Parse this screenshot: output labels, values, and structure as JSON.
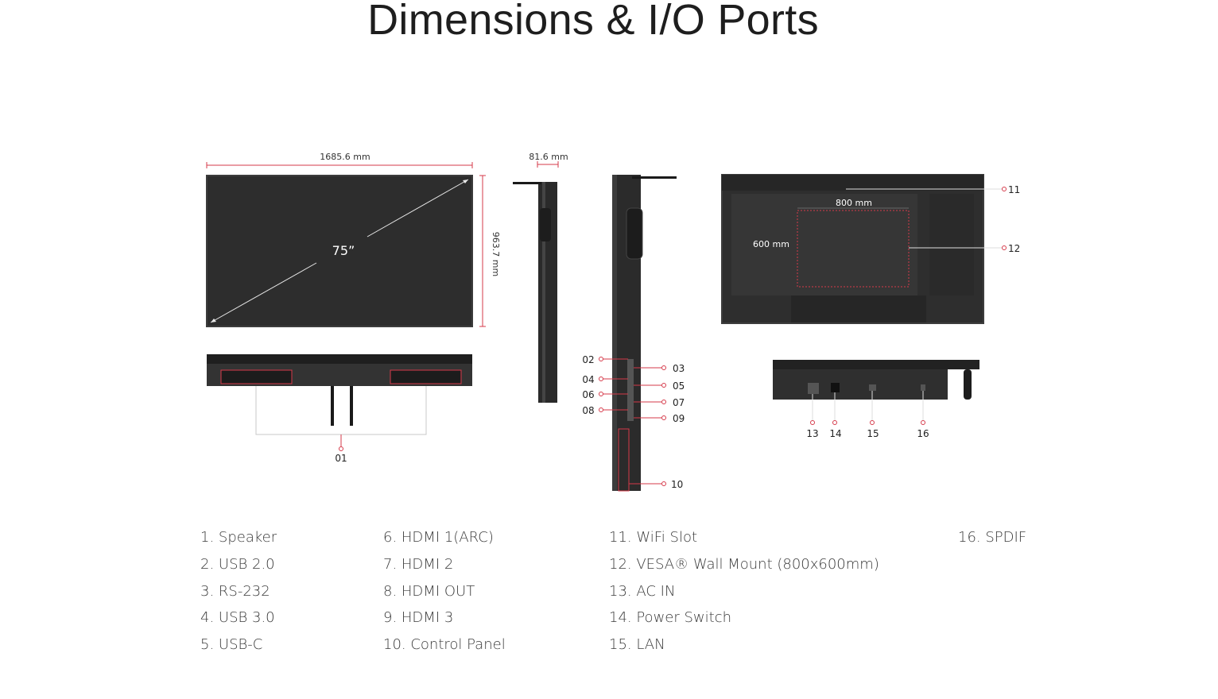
{
  "title": "Dimensions & I/O Ports",
  "colors": {
    "accent": "#d63a4a",
    "panel_dark": "#2b2b2b",
    "panel_mid": "#3a3a3a",
    "bracket_gray": "#c8c8c8"
  },
  "dimensions": {
    "width": "1685.6 mm",
    "height": "963.7 mm",
    "depth": "81.6 mm",
    "diagonal": "75”",
    "vesa_width": "800 mm",
    "vesa_height": "600 mm"
  },
  "callouts": {
    "c01": "01",
    "c02": "02",
    "c03": "03",
    "c04": "04",
    "c05": "05",
    "c06": "06",
    "c07": "07",
    "c08": "08",
    "c09": "09",
    "c10": "10",
    "c11": "11",
    "c12": "12",
    "c13": "13",
    "c14": "14",
    "c15": "15",
    "c16": "16"
  },
  "legend": {
    "col1": [
      "1. Speaker",
      "2. USB 2.0",
      "3. RS-232",
      "4. USB 3.0",
      "5. USB-C"
    ],
    "col2": [
      "6. HDMI 1(ARC)",
      "7. HDMI 2",
      "8. HDMI OUT",
      "9. HDMI 3",
      "10. Control Panel"
    ],
    "col3": [
      "11. WiFi Slot",
      "12. VESA® Wall Mount (800x600mm)",
      "13. AC IN",
      "14. Power Switch",
      "15. LAN"
    ],
    "col4": [
      "16. SPDIF"
    ]
  }
}
